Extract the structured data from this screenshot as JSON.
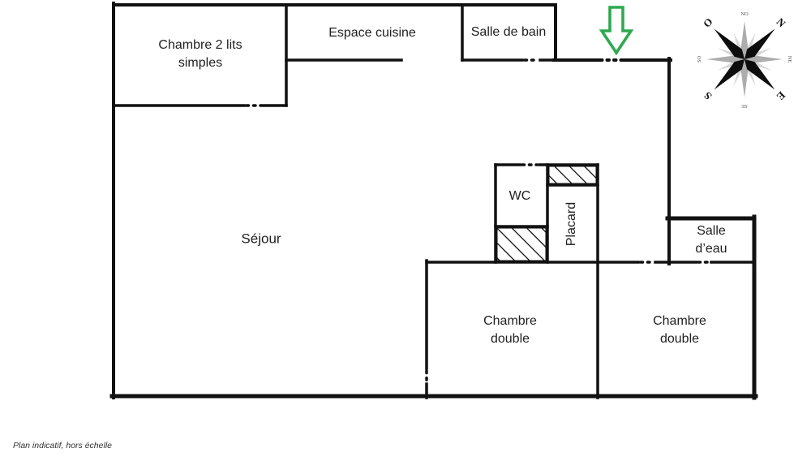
{
  "plan": {
    "rooms": {
      "bedroom_twin": "Chambre 2 lits simples",
      "kitchen": "Espace cuisine",
      "bathroom": "Salle de bain",
      "living": "Séjour",
      "wc": "WC",
      "closet": "Placard",
      "shower_room": "Salle d’eau",
      "bedroom_double_left": "Chambre double",
      "bedroom_double_right": "Chambre double"
    },
    "compass": {
      "north": "N",
      "east": "E",
      "south": "S",
      "west": "O",
      "north_west": "NO",
      "north_east": "NE",
      "south_east": "SE",
      "south_west": "SO"
    },
    "footer_note": "Plan indicatif, hors échelle",
    "colors": {
      "wall": "#111111",
      "entrance_arrow": "#2fa84f",
      "text": "#1f1f1f",
      "compass_gray": "#adadad"
    }
  }
}
